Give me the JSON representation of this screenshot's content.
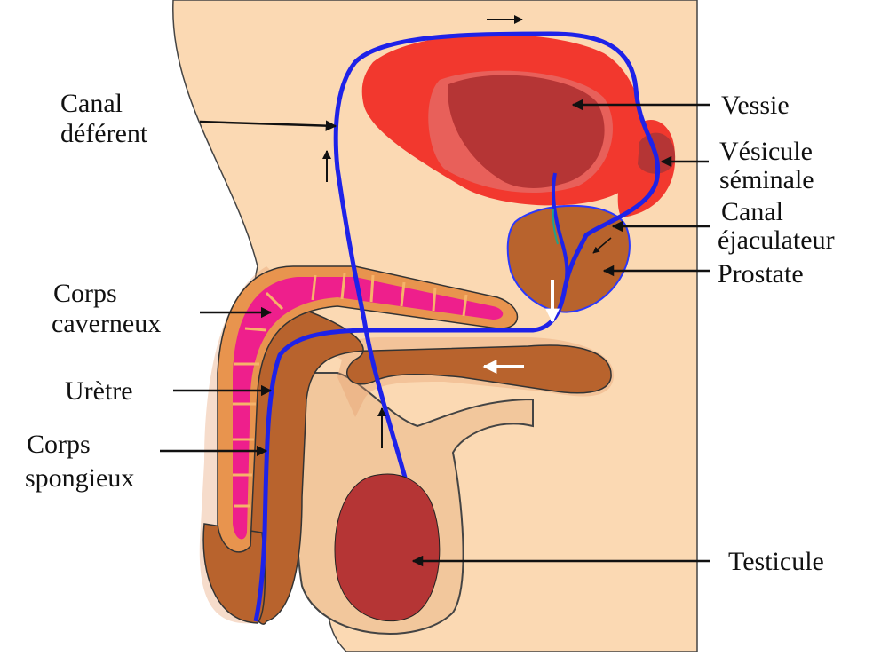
{
  "labels": {
    "canal_deferent_1": "Canal",
    "canal_deferent_2": "déférent",
    "vessie": "Vessie",
    "vesicule_1": "Vésicule",
    "vesicule_2": "séminale",
    "canal_ejac_1": "Canal",
    "canal_ejac_2": "éjaculateur",
    "prostate": "Prostate",
    "corps_caverneux_1": "Corps",
    "corps_caverneux_2": "caverneux",
    "uretre": "Urètre",
    "corps_spongieux_1": "Corps",
    "corps_spongieux_2": "spongieux",
    "testicule": "Testicule"
  },
  "colors": {
    "skin": "#fbd9b3",
    "scrotum_skin": "#f2c79c",
    "red_tissue": "#f2382e",
    "dark_red": "#b53535",
    "brown": "#b8632d",
    "pink": "#ee1f8c",
    "blue_duct": "#1e22e8",
    "outline": "#111111"
  }
}
